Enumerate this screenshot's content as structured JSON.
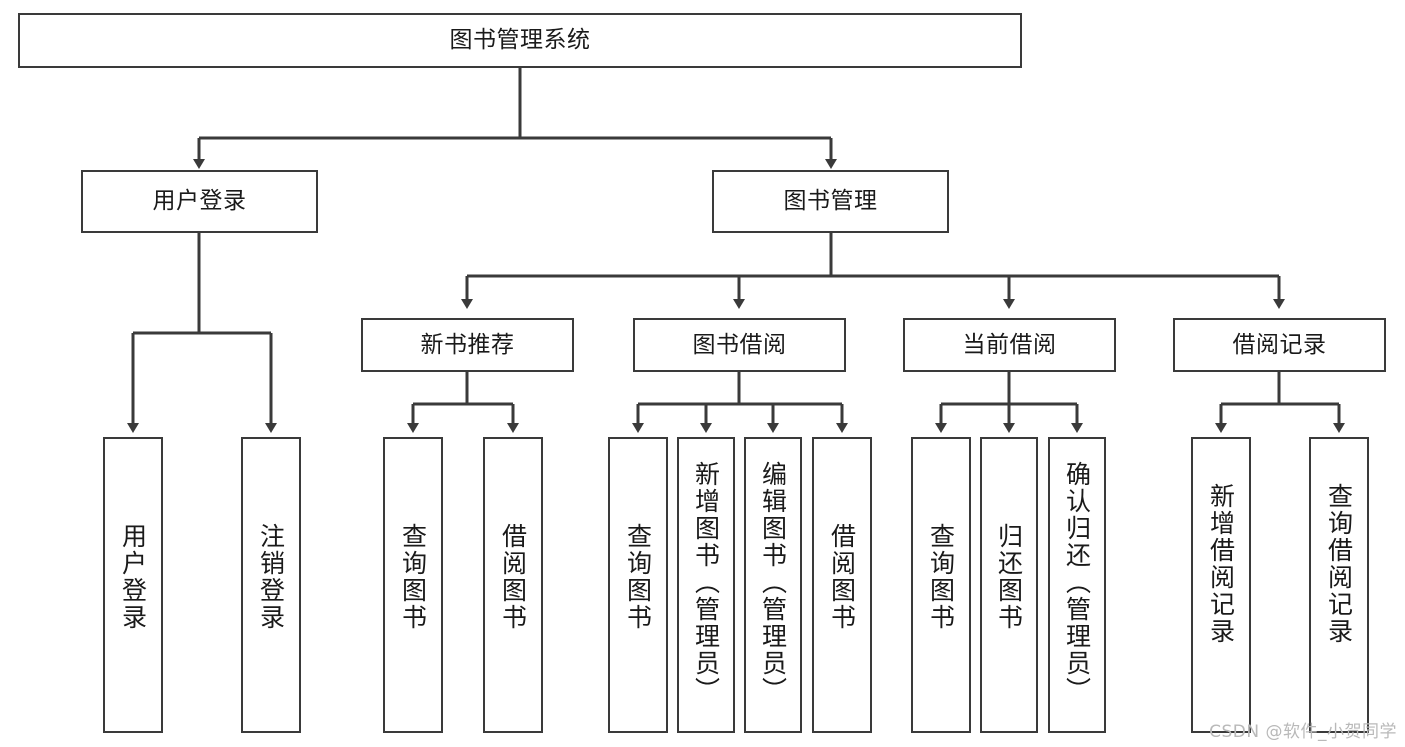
{
  "diagram": {
    "title": "图书管理系统",
    "type": "hierarchy-tree",
    "colors": {
      "background": "#ffffff",
      "box_border": "#3a3a3a",
      "connector": "#3a3a3a",
      "text": "#1a1a1a",
      "watermark": "#b9b9b9"
    },
    "root": {
      "label": "图书管理系统"
    },
    "level2": [
      {
        "id": "user-login",
        "label": "用户登录"
      },
      {
        "id": "book-management",
        "label": "图书管理"
      }
    ],
    "level3": [
      {
        "id": "new-book-recommend",
        "label": "新书推荐"
      },
      {
        "id": "book-borrow",
        "label": "图书借阅"
      },
      {
        "id": "current-borrow",
        "label": "当前借阅"
      },
      {
        "id": "borrow-record",
        "label": "借阅记录"
      }
    ],
    "leaves": {
      "user_login": [
        {
          "id": "leaf-user-login",
          "label": "用户登录"
        },
        {
          "id": "leaf-logout-login",
          "label": "注销登录"
        }
      ],
      "new_book_recommend": [
        {
          "id": "leaf-query-book-1",
          "label": "查询图书"
        },
        {
          "id": "leaf-borrow-book-1",
          "label": "借阅图书"
        }
      ],
      "book_borrow": [
        {
          "id": "leaf-query-book-2",
          "label": "查询图书"
        },
        {
          "id": "leaf-add-book",
          "label": "新增图书（管理员）"
        },
        {
          "id": "leaf-edit-book",
          "label": "编辑图书（管理员）"
        },
        {
          "id": "leaf-borrow-book-2",
          "label": "借阅图书"
        }
      ],
      "current_borrow": [
        {
          "id": "leaf-query-book-3",
          "label": "查询图书"
        },
        {
          "id": "leaf-return-book",
          "label": "归还图书"
        },
        {
          "id": "leaf-confirm-return",
          "label": "确认归还（管理员）"
        }
      ],
      "borrow_record": [
        {
          "id": "leaf-add-record",
          "label": "新增借阅记录"
        },
        {
          "id": "leaf-query-record",
          "label": "查询借阅记录"
        }
      ]
    }
  },
  "watermark": {
    "text": "CSDN @软件_小贺同学"
  }
}
